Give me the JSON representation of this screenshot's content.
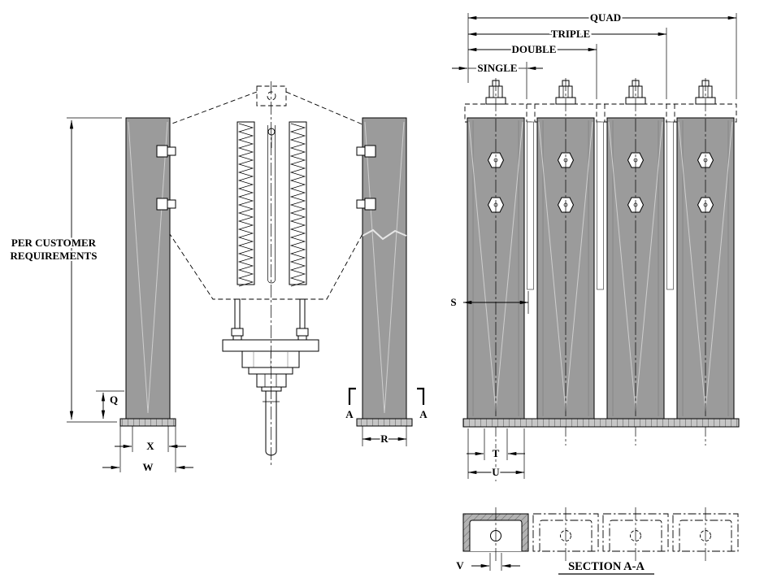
{
  "front_view": {
    "height_note_line1": "PER CUSTOMER",
    "height_note_line2": "REQUIREMENTS",
    "dim_q": "Q",
    "dim_x": "X",
    "dim_w": "W",
    "dim_r": "R",
    "section_marker_left": "A",
    "section_marker_right": "A"
  },
  "side_view": {
    "dim_quad": "QUAD",
    "dim_triple": "TRIPLE",
    "dim_double": "DOUBLE",
    "dim_single": "SINGLE",
    "dim_s": "S",
    "dim_t": "T",
    "dim_u": "U"
  },
  "section_view": {
    "dim_v": "V",
    "title": "SECTION A-A"
  },
  "colors": {
    "steel": "#9b9b9b",
    "base_plate": "#c6c6c6",
    "line": "#000000",
    "background": "#ffffff"
  }
}
